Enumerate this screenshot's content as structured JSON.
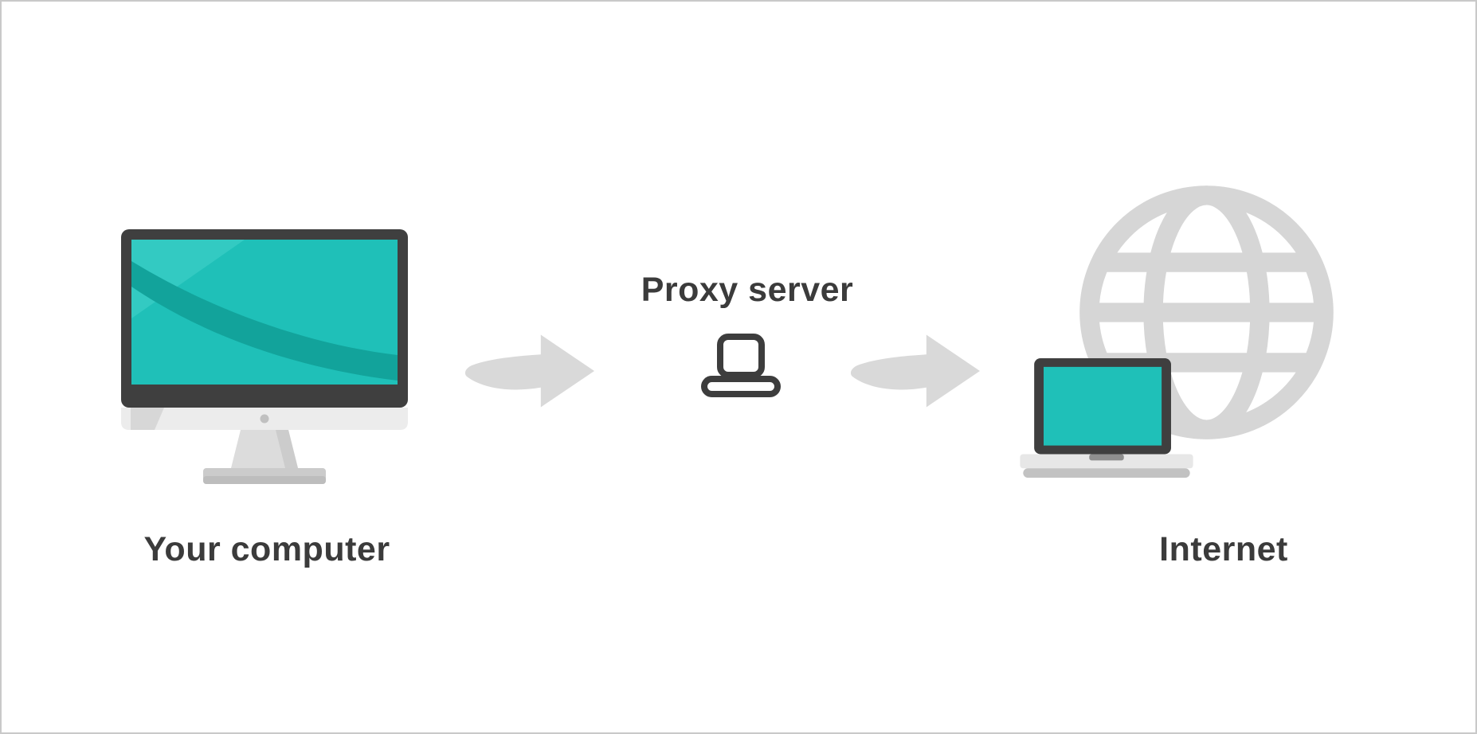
{
  "diagram": {
    "nodes": [
      {
        "id": "your-computer",
        "label": "Your computer",
        "icon": "desktop-computer-icon"
      },
      {
        "id": "proxy-server",
        "label": "Proxy server",
        "icon": "laptop-outline-icon"
      },
      {
        "id": "internet",
        "label": "Internet",
        "icon": "laptop-globe-icon"
      }
    ],
    "connections": [
      {
        "from": "your-computer",
        "to": "proxy-server",
        "icon": "arrow-right-icon"
      },
      {
        "from": "proxy-server",
        "to": "internet",
        "icon": "arrow-right-icon"
      }
    ],
    "colors": {
      "screen_teal": "#1FC0B8",
      "screen_teal_dark": "#12A39B",
      "screen_teal_light": "#33CAC2",
      "device_dark": "#3F3F3F",
      "arrow_gray": "#D9D9D9",
      "globe_gray": "#D6D6D6",
      "label_text": "#3B3B3B",
      "page_border": "#C9C9C9"
    }
  }
}
